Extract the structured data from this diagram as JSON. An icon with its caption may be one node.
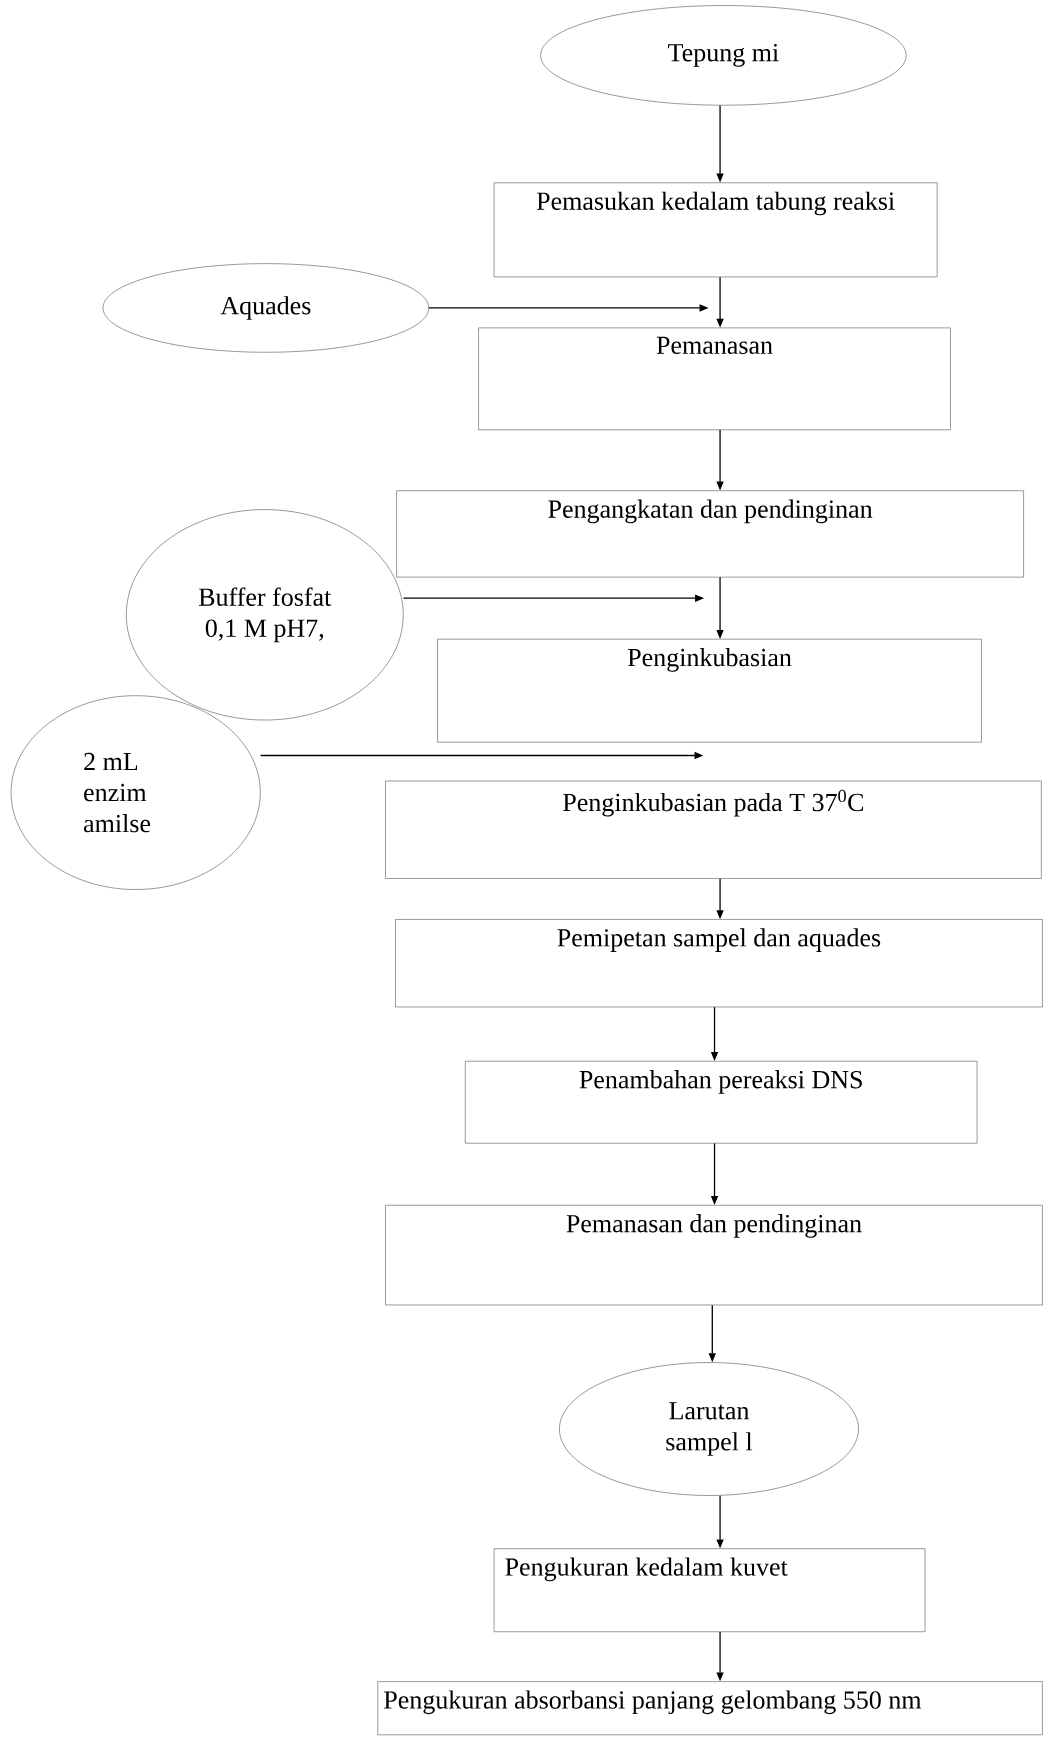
{
  "diagram": {
    "nodes": [
      {
        "text": [
          "Tepung mi"
        ]
      },
      {
        "text": [
          "Pemasukan kedalam tabung reaksi"
        ]
      },
      {
        "text": [
          "Aquades"
        ]
      },
      {
        "text": [
          "Pemanasan"
        ]
      },
      {
        "text": [
          "Pengangkatan dan pendinginan"
        ]
      },
      {
        "text": [
          "Buffer fosfat 0,1 M pH7,"
        ]
      },
      {
        "text": [
          "Penginkubasian"
        ]
      },
      {
        "text": [
          "2 mL enzim amilse"
        ]
      },
      {
        "text": [
          "Penginkubasian pada T 37$^{0}$C"
        ]
      },
      {
        "text": [
          "Pemipetan sampel dan aquades"
        ]
      },
      {
        "text": [
          "Penambahan pereaksi DNS"
        ]
      },
      {
        "text": [
          "Pemanasan dan pendinginan"
        ]
      },
      {
        "text": [
          "Larutan sampel l"
        ]
      },
      {
        "text": [
          "Pengukuran kedalam kuvet"
        ]
      },
      {
        "text": [
          "Pengukuran absorbansi panjang gelombang 550 nm"
        ]
      }
    ],
    "edges": [
      {
        "from": 0,
        "to": 1,
        "arrow": "to"
      },
      {
        "from": 1,
        "to": 3,
        "arrow": "to"
      },
      {
        "from": 2,
        "to": 3,
        "arrow": "to"
      },
      {
        "from": 3,
        "to": 4,
        "arrow": "to"
      },
      {
        "from": 4,
        "to": 6,
        "arrow": "to"
      },
      {
        "from": 5,
        "to": 4,
        "arrow": "to"
      },
      {
        "from": 7,
        "to": 6,
        "arrow": "to"
      },
      {
        "from": 8,
        "to": 9,
        "arrow": "to"
      },
      {
        "from": 9,
        "to": 10,
        "arrow": "to"
      },
      {
        "from": 10,
        "to": 11,
        "arrow": "to"
      },
      {
        "from": 11,
        "to": 12,
        "arrow": "to"
      },
      {
        "from": 12,
        "to": 13,
        "arrow": "to"
      },
      {
        "from": 13,
        "to": 14,
        "arrow": "to"
      }
    ]
  }
}
